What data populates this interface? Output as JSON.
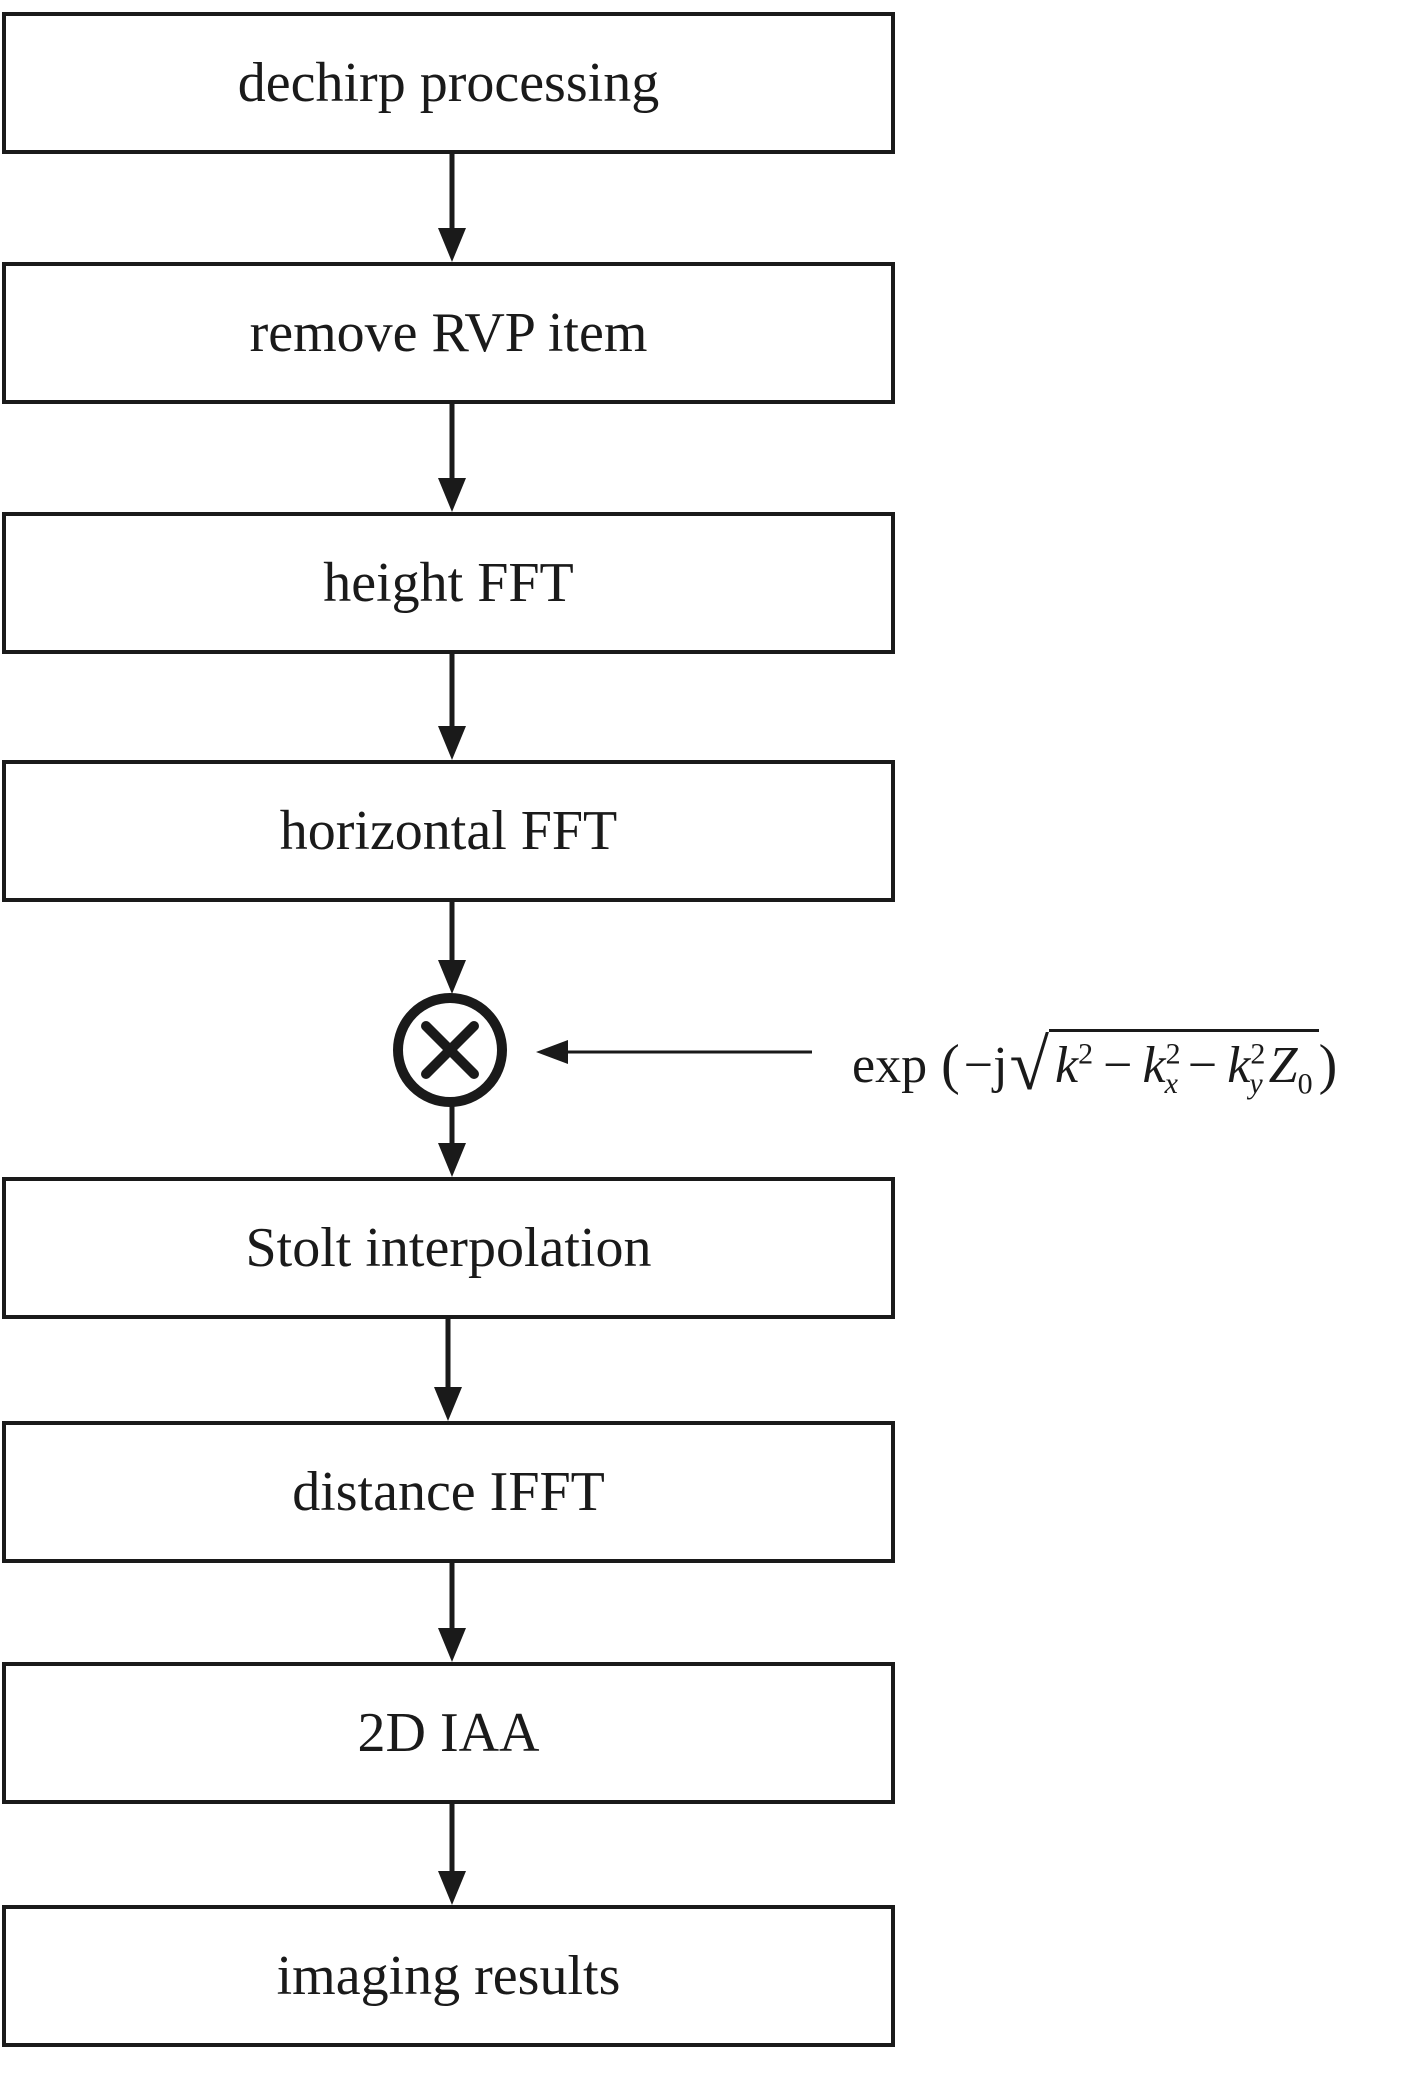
{
  "steps": [
    "dechirp processing",
    "remove RVP item",
    "height FFT",
    "horizontal FFT",
    "Stolt interpolation",
    "distance IFFT",
    "2D IAA",
    "imaging results"
  ],
  "multiply_node": {
    "symbol": "⊗",
    "icon": "multiply-circle-icon"
  },
  "formula": {
    "prefix": "exp",
    "open_paren": "(",
    "neg_j": "−j",
    "k": "k",
    "k_sup": "2",
    "minus": "−",
    "kx": "k",
    "kx_sub": "x",
    "kx_sup": "2",
    "ky": "k",
    "ky_sub": "y",
    "ky_sup": "2",
    "z": "Z",
    "z_sub": "0",
    "close_paren": ")"
  },
  "colors": {
    "stroke": "#1a1a1a",
    "background": "#ffffff"
  }
}
